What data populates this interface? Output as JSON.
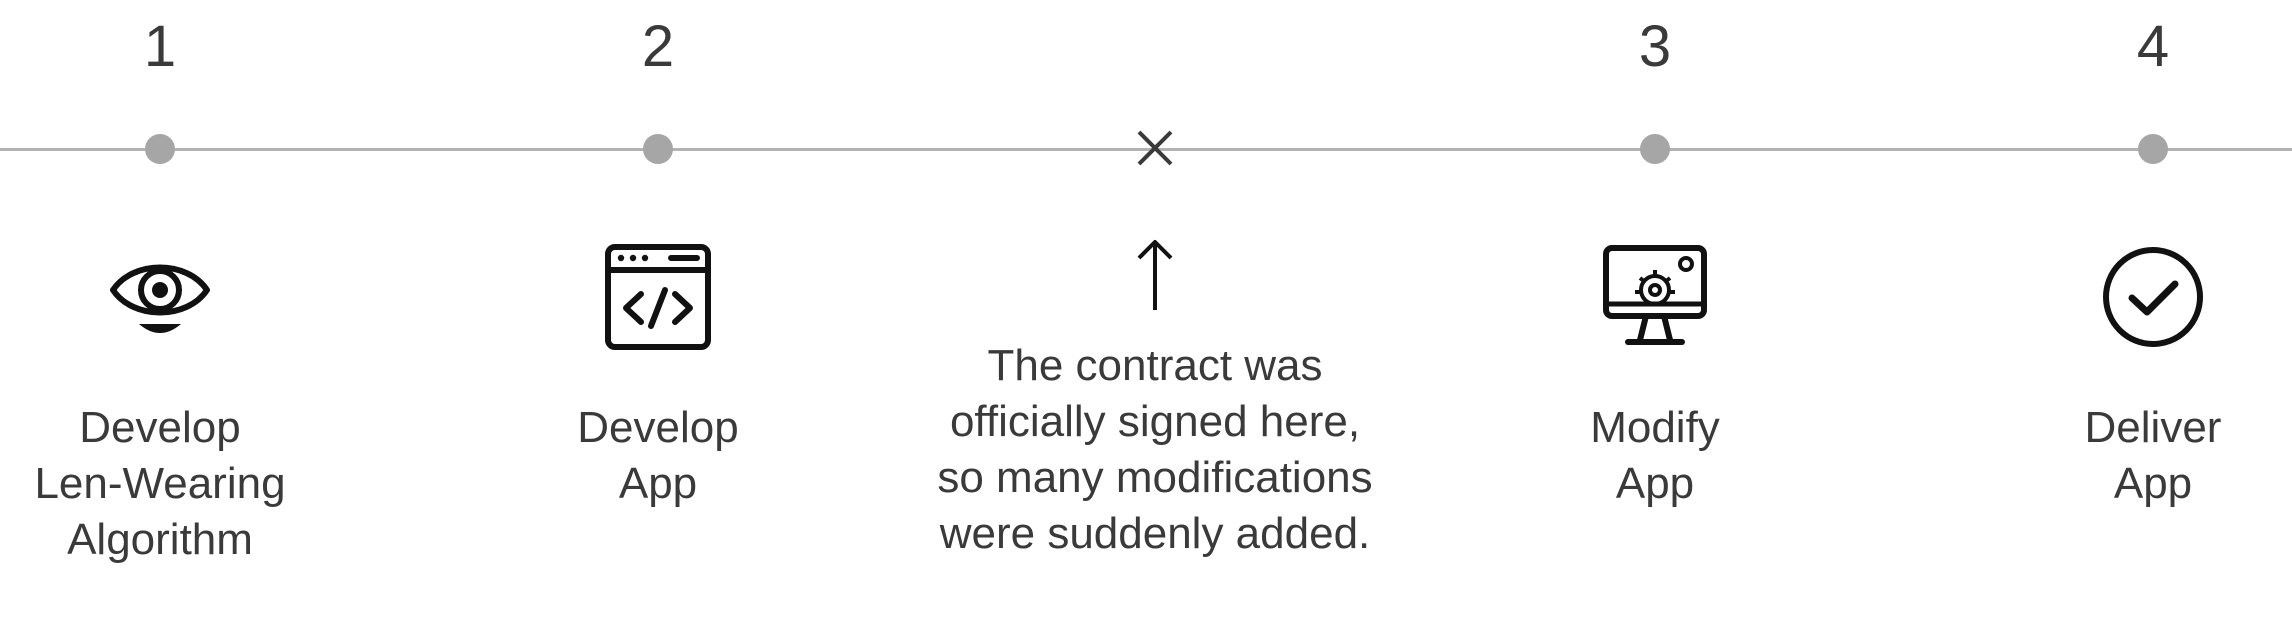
{
  "timeline": {
    "steps": [
      {
        "number": "1",
        "icon": "eye-icon",
        "label_lines": [
          "Develop",
          "Len-Wearing",
          "Algorithm"
        ]
      },
      {
        "number": "2",
        "icon": "code-window-icon",
        "label_lines": [
          "Develop",
          "App"
        ]
      },
      {
        "number": "3",
        "icon": "monitor-gear-icon",
        "label_lines": [
          "Modify",
          "App"
        ]
      },
      {
        "number": "4",
        "icon": "check-circle-icon",
        "label_lines": [
          "Deliver",
          "App"
        ]
      }
    ],
    "milestone": {
      "marker_icon": "cross-icon",
      "arrow_icon": "arrow-up-icon",
      "note_lines": [
        "The contract was",
        "officially signed here,",
        "so many modifications",
        "were suddenly added."
      ]
    }
  },
  "colors": {
    "line": "#b3b3b3",
    "dot": "#a6a6a6",
    "text": "#3a3a3a",
    "icon": "#111111"
  }
}
